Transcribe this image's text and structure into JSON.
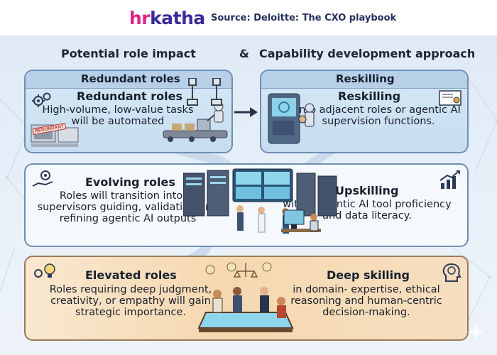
{
  "header": {
    "logo_hr": "hr",
    "logo_rest": "katha",
    "source": "Source: Deloitte: The CXO playbook"
  },
  "columns": {
    "left": "Potential role impact",
    "ampersand": "&",
    "right": "Capability development approach"
  },
  "rows": [
    {
      "impact_label": "Redundant roles",
      "impact_title": "Redundant roles",
      "impact_text": [
        "High-volume, low-value tasks",
        "will be automated"
      ],
      "stamp": "REDUNDANT",
      "approach_label": "Reskilling",
      "approach_title": "Reskilling",
      "approach_text": [
        "into adjacent roles or agentic AI",
        "supervision functions."
      ]
    },
    {
      "impact_title": "Evolving roles",
      "impact_text": [
        "Roles will transition into AI",
        "supervisors guiding, validating and",
        "refining agentic AI outputs"
      ],
      "approach_title": "Upskilling",
      "approach_text": [
        "within agentic AI tool proficiency",
        "and data literacy."
      ]
    },
    {
      "impact_title": "Elevated roles",
      "impact_text": [
        "Roles requiring deep judgment,",
        "creativity, or empathy will gain",
        "strategic importance."
      ],
      "approach_title": "Deep skilling",
      "approach_text": [
        "in domain- expertise, ethical",
        "reasoning and human-centric",
        "decision-making."
      ]
    }
  ],
  "icons": [
    "gears-icon",
    "gear-hand-icon",
    "growth-chart-icon",
    "idea-bulb-gear-icon",
    "brain-head-icon",
    "certificate-icon",
    "sparkle-icon"
  ],
  "colors": {
    "accent": "#3a2a9a",
    "brand_pink": "#e0218a",
    "panel_border": "#6f8fb5"
  }
}
